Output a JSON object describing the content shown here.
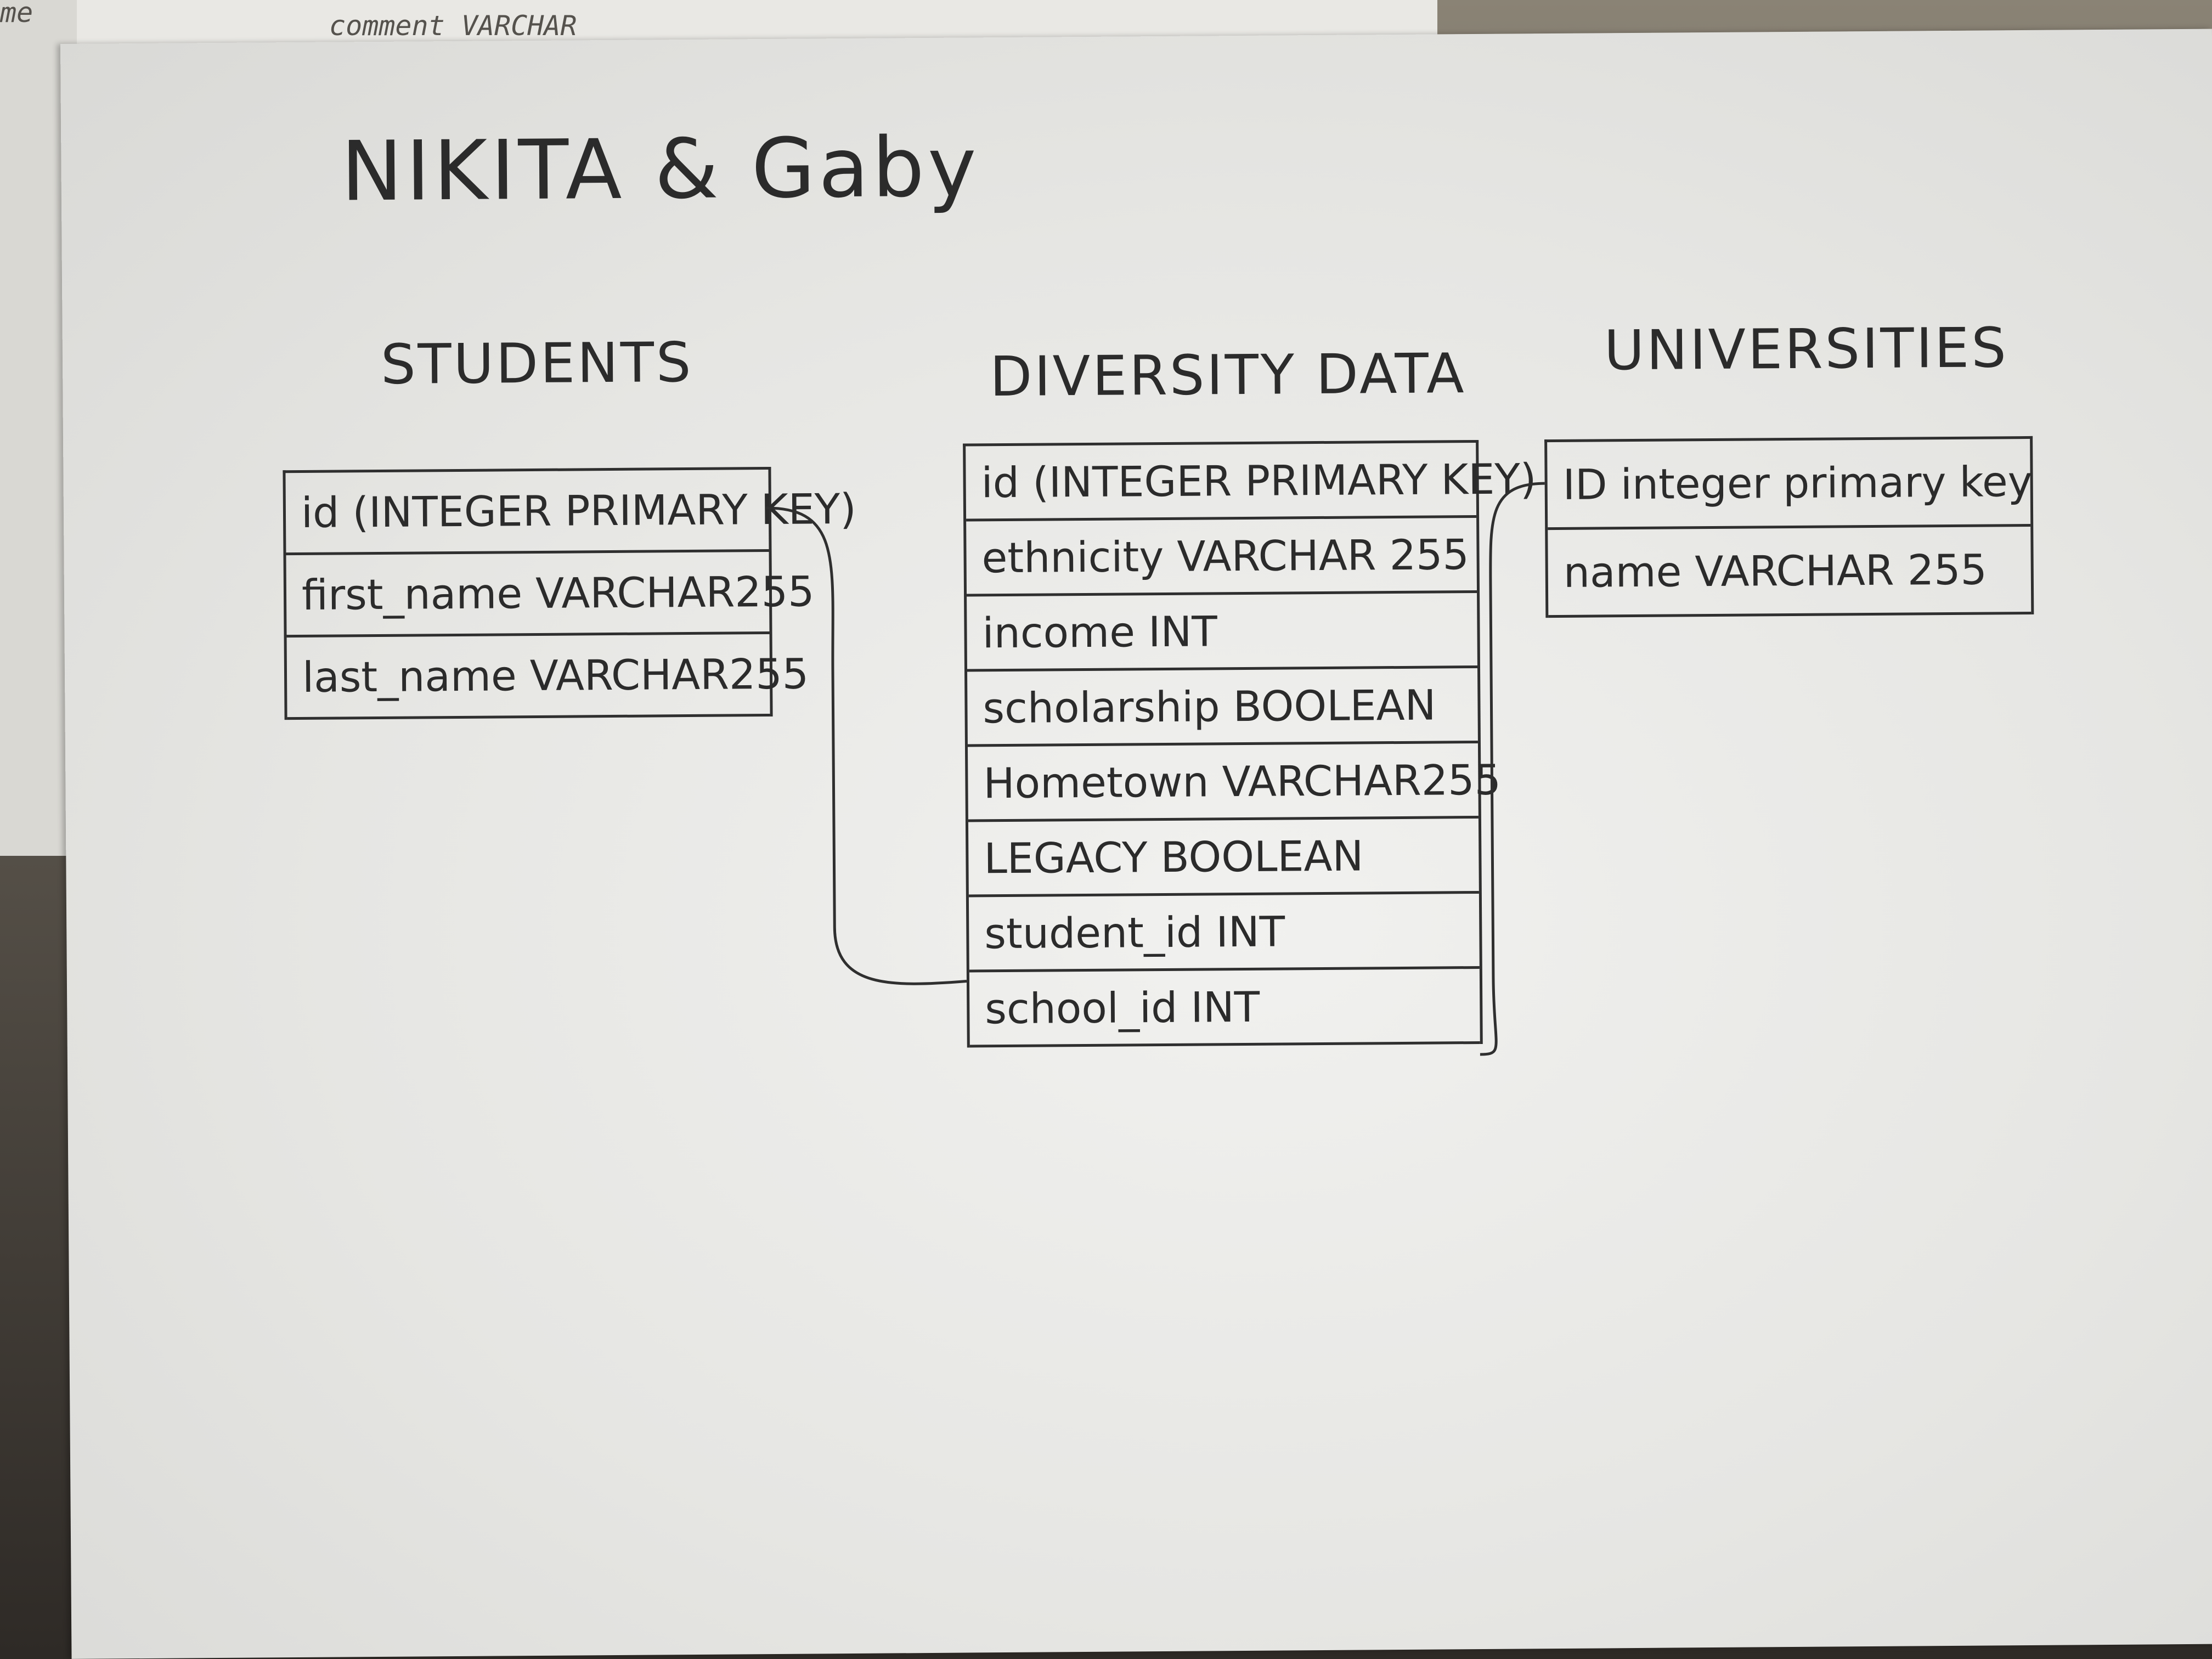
{
  "title": "NIKITA & Gaby",
  "tables": [
    {
      "name": "STUDENTS",
      "fields": [
        "id (INTEGER PRIMARY KEY)",
        "first_name  VARCHAR255",
        "last_name  VARCHAR255"
      ]
    },
    {
      "name": "DIVERSITY DATA",
      "fields": [
        "id (INTEGER PRIMARY KEY)",
        "ethnicity  VARCHAR 255",
        "income  INT",
        "scholarship  BOOLEAN",
        "Hometown  VARCHAR255",
        "LEGACY  BOOLEAN",
        "student_id  INT",
        "school_id  INT"
      ]
    },
    {
      "name": "UNIVERSITIES",
      "fields": [
        "ID integer primary key",
        "name  VARCHAR 255"
      ]
    }
  ],
  "background": {
    "top_sheet_text": "comment VARCHAR",
    "left_sheet_text": "me"
  },
  "colors": {
    "ink": "#2b2b2b",
    "paper": "#eeeeec"
  }
}
